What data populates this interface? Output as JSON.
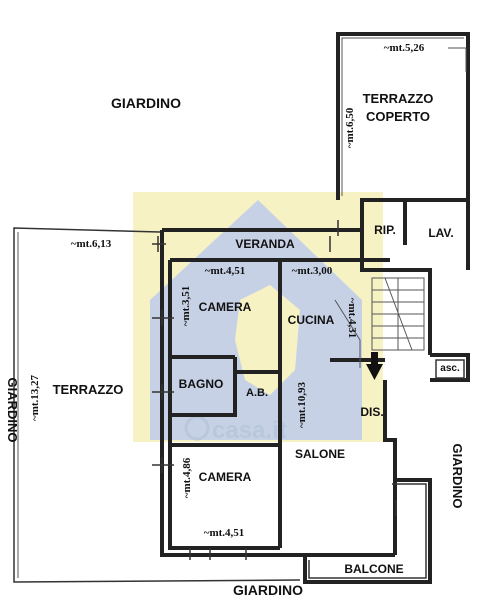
{
  "rooms": {
    "giardino_top": "GIARDINO",
    "terrazzo_coperto_1": "TERRAZZO",
    "terrazzo_coperto_2": "COPERTO",
    "rip": "RIP.",
    "lav": "LAV.",
    "veranda": "VERANDA",
    "camera_top": "CAMERA",
    "cucina": "CUCINA",
    "asc": "asc.",
    "terrazzo": "TERRAZZO",
    "bagno": "BAGNO",
    "ab": "A.B.",
    "dis": "DIS.",
    "salone": "SALONE",
    "camera_bottom": "CAMERA",
    "giardino_left": "GIARDINO",
    "giardino_right": "GIARDINO",
    "giardino_bottom": "GIARDINO",
    "balcone": "BALCONE"
  },
  "dimensions": {
    "terrazzo_coperto_width": "~mt.5,26",
    "terrazzo_coperto_height": "~mt.6,50",
    "terrazzo_width": "~mt.6,13",
    "terrazzo_height": "~mt.13,27",
    "camera_top_width": "~mt.4,51",
    "camera_top_height": "~mt.3,51",
    "cucina_width": "~mt.3,00",
    "cucina_height": "~mt.4,31",
    "salone_height": "~mt.10,93",
    "camera_bottom_height": "~mt.4,86",
    "camera_bottom_width": "~mt.4,51"
  },
  "watermark": {
    "text": "casa.it"
  },
  "colors": {
    "watermark_yellow": "#f7f2c4",
    "watermark_blue": "#c7d1e6",
    "wall": "#222222"
  }
}
